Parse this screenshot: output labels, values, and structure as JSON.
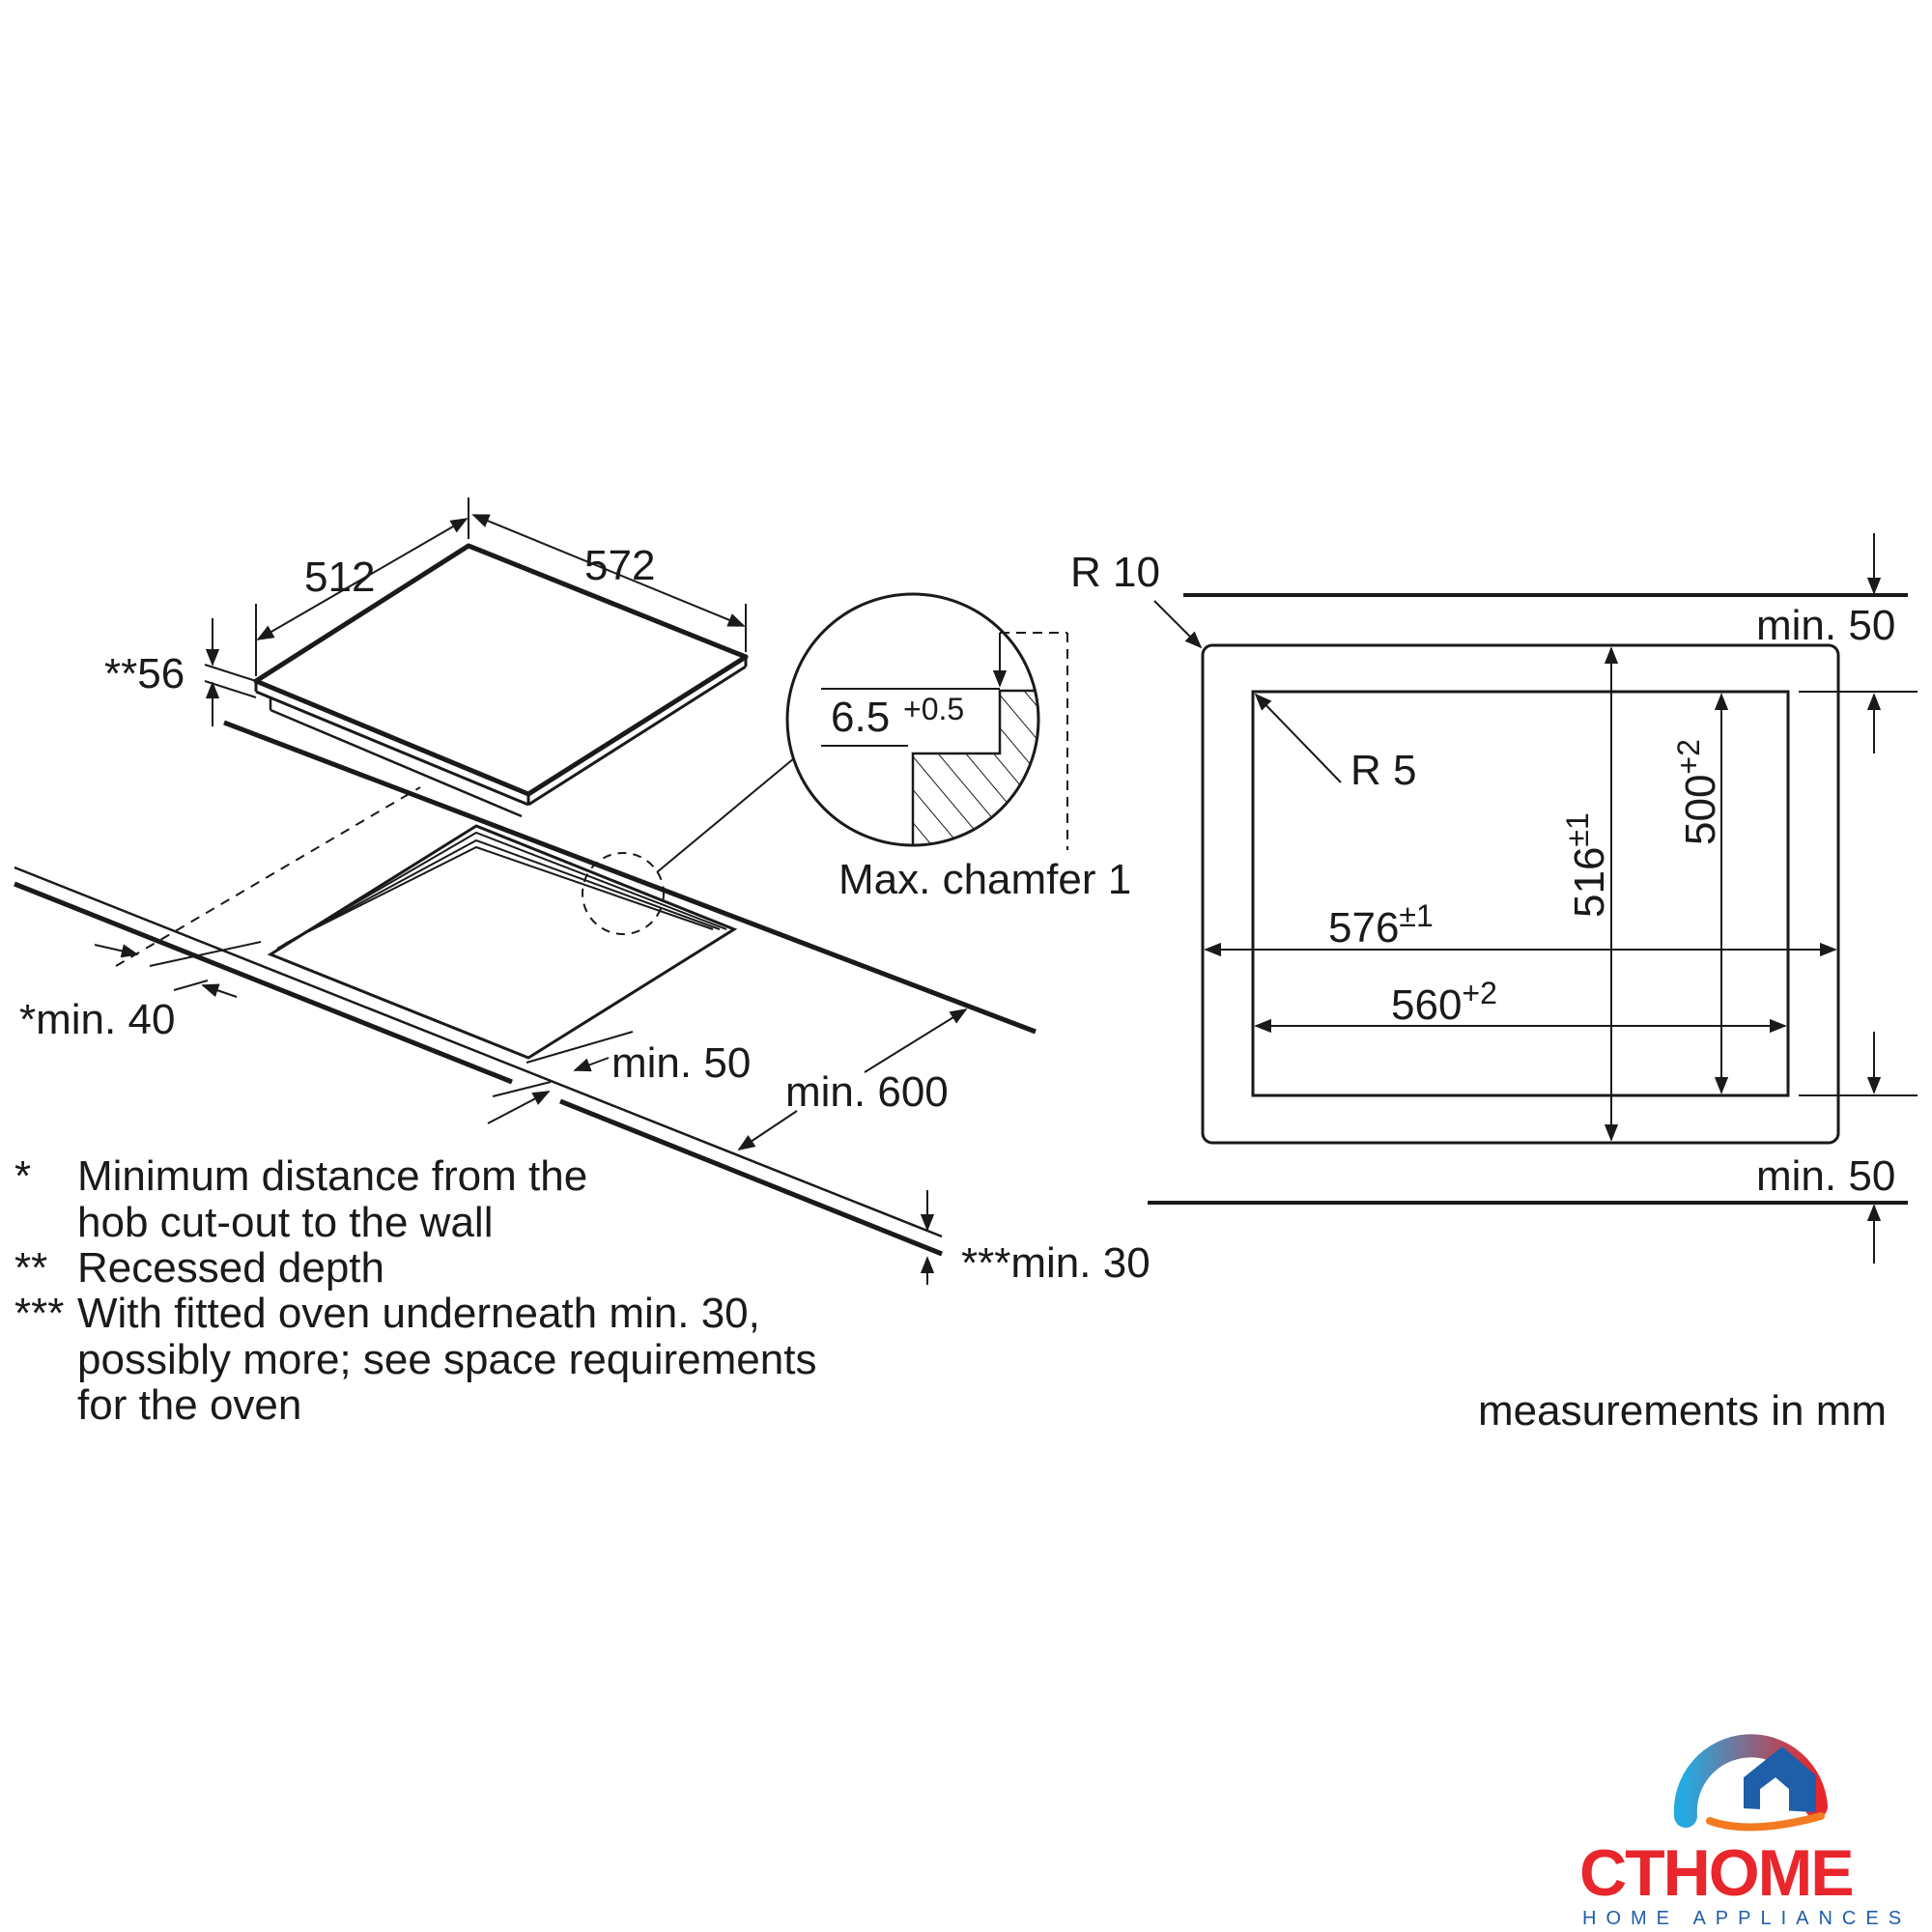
{
  "isometric": {
    "hob_width": "572",
    "hob_depth": "512",
    "recess_depth": "**56",
    "dist_wall": "*min. 40",
    "dist_front": "min. 50",
    "worktop_depth": "min. 600",
    "worktop_thickness": "***min. 30"
  },
  "detail": {
    "edge_value": "6.5",
    "edge_tol": "+0.5",
    "chamfer_label": "Max. chamfer 1"
  },
  "footnotes": [
    {
      "mark": "*",
      "lines": [
        "Minimum distance from the",
        "hob cut-out to the wall"
      ]
    },
    {
      "mark": "**",
      "lines": [
        "Recessed depth"
      ]
    },
    {
      "mark": "***",
      "lines": [
        "With fitted oven underneath min. 30,",
        "possibly more; see space requirements",
        "for the oven"
      ]
    }
  ],
  "cutout": {
    "outer_radius": "R 10",
    "inner_radius": "R 5",
    "outer_width": "576",
    "outer_width_tol": "±1",
    "inner_width": "560",
    "inner_width_tol": "+2",
    "outer_depth": "516",
    "outer_depth_tol": "±1",
    "inner_depth": "500",
    "inner_depth_tol": "+2",
    "clearance_top": "min. 50",
    "clearance_bottom": "min. 50"
  },
  "units_note": "measurements in mm",
  "brand": {
    "name": "CTHOME",
    "tagline": "HOME APPLIANCES",
    "colors": {
      "red": "#e8262b",
      "blue": "#1f5ea8",
      "orange": "#f47a20",
      "cyan": "#26a9e0"
    }
  }
}
